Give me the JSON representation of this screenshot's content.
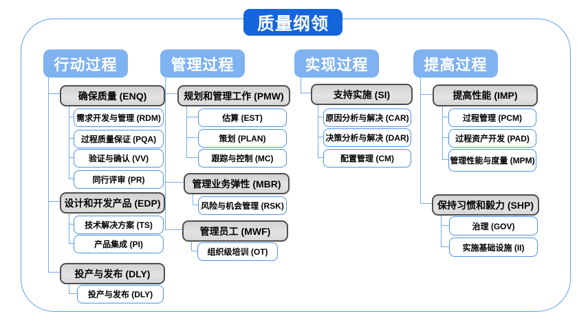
{
  "diagram": {
    "title": "质量纲领",
    "columns": [
      {
        "header": "行动过程",
        "groups": [
          {
            "label": "确保质量 (ENQ)",
            "children": [
              "需求开发与管理 (RDM)",
              "过程质量保证 (PQA)",
              "验证与确认 (VV)",
              "同行评审 (PR)"
            ]
          },
          {
            "label": "设计和开发产品 (EDP)",
            "children": [
              "技术解决方案 (TS)",
              "产品集成 (PI)"
            ]
          },
          {
            "label": "投产与发布 (DLY)",
            "children": [
              "投产与发布 (DLY)"
            ]
          }
        ]
      },
      {
        "header": "管理过程",
        "groups": [
          {
            "label": "规划和管理工作 (PMW)",
            "children": [
              "估算 (EST)",
              "策划 (PLAN)",
              "跟踪与控制 (MC)"
            ]
          },
          {
            "label": "管理业务弹性 (MBR)",
            "children": [
              "风险与机会管理 (RSK)"
            ]
          },
          {
            "label": "管理员工 (MWF)",
            "children": [
              "组织级培训 (OT)"
            ]
          }
        ]
      },
      {
        "header": "实现过程",
        "groups": [
          {
            "label": "支持实施 (SI)",
            "children": [
              "原因分析与解决 (CAR)",
              "决策分析与解决 (DAR)",
              "配置管理 (CM)"
            ]
          }
        ]
      },
      {
        "header": "提高过程",
        "groups": [
          {
            "label": "提高性能 (IMP)",
            "children": [
              "过程管理 (PCM)",
              "过程资产开发 (PAD)",
              "管理性能与度量 (MPM)"
            ]
          },
          {
            "label": "保持习惯和毅力 (SHP)",
            "children": [
              "治理 (GOV)",
              "实施基础设施 (II)"
            ]
          }
        ]
      }
    ],
    "colors": {
      "title_bg": "#1565DB",
      "header_bg": "#7FB2F0",
      "group_bg": "#DCDCDC",
      "group_border": "#4D4D4D",
      "leaf_border": "#4A90E2",
      "connector": "#74A9E8"
    }
  }
}
